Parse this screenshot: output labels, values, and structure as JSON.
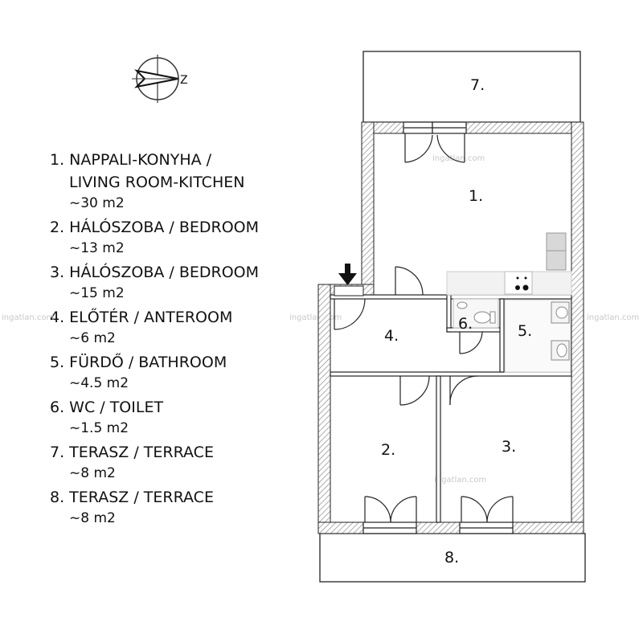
{
  "legend": [
    {
      "name": "1. NAPPALI-KONYHA /",
      "name2": "LIVING ROOM-KITCHEN",
      "area": "~30 m2"
    },
    {
      "name": "2. HÁLÓSZOBA / BEDROOM",
      "area": "~13 m2"
    },
    {
      "name": "3. HÁLÓSZOBA / BEDROOM",
      "area": "~15 m2"
    },
    {
      "name": "4. ELŐTÉR / ANTEROOM",
      "area": "~6 m2"
    },
    {
      "name": "5. FÜRDŐ / BATHROOM",
      "area": "~4.5 m2"
    },
    {
      "name": "6. WC / TOILET",
      "area": "~1.5 m2"
    },
    {
      "name": "7. TERASZ / TERRACE",
      "area": "~8 m2"
    },
    {
      "name": "8. TERASZ / TERRACE",
      "area": "~8 m2"
    }
  ],
  "rooms": {
    "r1": "1.",
    "r2": "2.",
    "r3": "3.",
    "r4": "4.",
    "r5": "5.",
    "r6": "6.",
    "r7": "7.",
    "r8": "8."
  },
  "compass": {
    "letter": "Z",
    "icon": "north-arrow-compass-icon"
  },
  "entrance": {
    "icon": "entrance-arrow-icon"
  },
  "watermark": "ingatlan.com",
  "colors": {
    "wall_hatch": "#9a9a9a",
    "line": "#222222",
    "paper": "#ffffff"
  }
}
